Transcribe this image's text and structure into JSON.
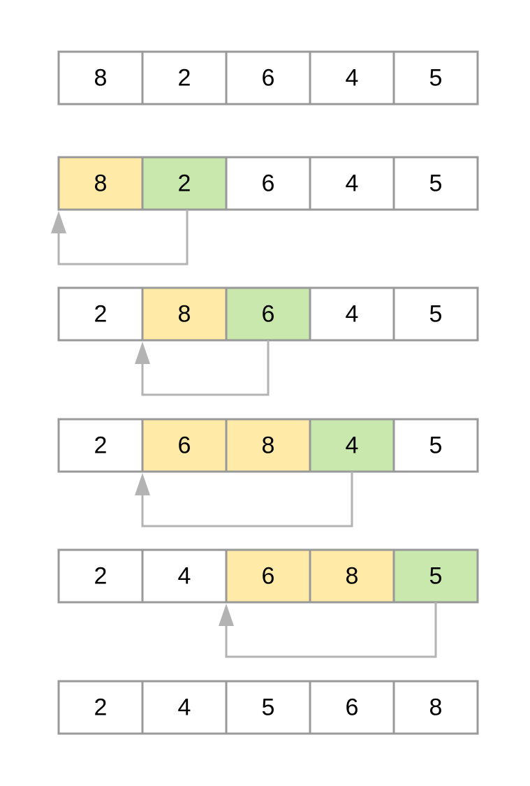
{
  "colors": {
    "background": "#ffffff",
    "cell_border": "#999999",
    "cell_default": "#ffffff",
    "sorted_highlight": "#ffeaa7",
    "current_highlight": "#c8e8ad",
    "arrow": "#b3b3b3"
  },
  "steps": [
    {
      "values": [
        "8",
        "2",
        "6",
        "4",
        "5"
      ],
      "highlights": [
        "none",
        "none",
        "none",
        "none",
        "none"
      ],
      "move": null
    },
    {
      "values": [
        "8",
        "2",
        "6",
        "4",
        "5"
      ],
      "highlights": [
        "sorted",
        "current",
        "none",
        "none",
        "none"
      ],
      "move": {
        "from_index": 1,
        "to_index": 0
      }
    },
    {
      "values": [
        "2",
        "8",
        "6",
        "4",
        "5"
      ],
      "highlights": [
        "none",
        "sorted",
        "current",
        "none",
        "none"
      ],
      "move": {
        "from_index": 2,
        "to_index": 1
      }
    },
    {
      "values": [
        "2",
        "6",
        "8",
        "4",
        "5"
      ],
      "highlights": [
        "none",
        "sorted",
        "sorted",
        "current",
        "none"
      ],
      "move": {
        "from_index": 3,
        "to_index": 1
      }
    },
    {
      "values": [
        "2",
        "4",
        "6",
        "8",
        "5"
      ],
      "highlights": [
        "none",
        "none",
        "sorted",
        "sorted",
        "current"
      ],
      "move": {
        "from_index": 4,
        "to_index": 2
      }
    },
    {
      "values": [
        "2",
        "4",
        "5",
        "6",
        "8"
      ],
      "highlights": [
        "none",
        "none",
        "none",
        "none",
        "none"
      ],
      "move": null
    }
  ]
}
